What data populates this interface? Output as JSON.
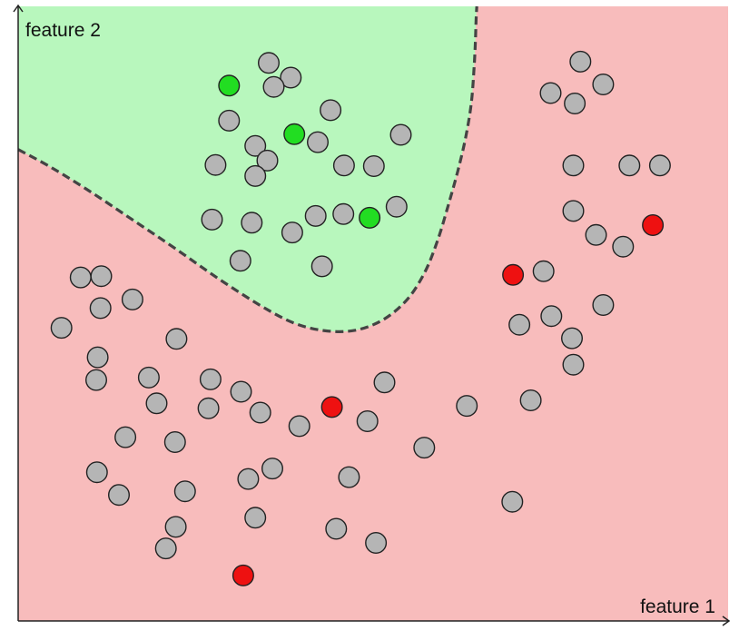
{
  "chart_data": {
    "type": "scatter",
    "title": "",
    "xlabel": "feature 1",
    "ylabel": "feature 2",
    "xlim": [
      0,
      100
    ],
    "ylim": [
      0,
      100
    ],
    "grid": false,
    "legend": "none",
    "colors": {
      "class_a_region": "#b8f7bd",
      "class_b_region": "#f8bcbc",
      "boundary": "#444444",
      "unlabeled": "#b5b5b5",
      "class_a": "#22dd22",
      "class_b": "#ee1111",
      "marker_edge": "#222222"
    },
    "region_labels": [
      "class_a",
      "class_b"
    ],
    "decision_boundary": {
      "style": "dashed",
      "x": [
        0.0,
        4.8,
        10.5,
        16.2,
        22.0,
        28.2,
        34.3,
        39.0,
        43.4,
        47.5,
        51.4,
        54.8,
        57.3,
        59.1,
        60.6,
        61.9,
        63.0,
        63.8,
        64.2,
        64.4,
        64.5,
        64.6
      ],
      "y": [
        76.7,
        73.7,
        69.6,
        65.2,
        60.7,
        55.7,
        51.2,
        48.4,
        47.2,
        47.3,
        49.0,
        52.3,
        56.8,
        62.0,
        67.7,
        73.1,
        78.5,
        84.0,
        89.6,
        94.1,
        97.8,
        100.0
      ]
    },
    "series": [
      {
        "class": "unlabeled",
        "points": [
          [
            35.3,
            90.8
          ],
          [
            38.4,
            88.4
          ],
          [
            36.0,
            86.9
          ],
          [
            44.0,
            83.1
          ],
          [
            29.7,
            81.4
          ],
          [
            33.4,
            77.3
          ],
          [
            42.2,
            77.9
          ],
          [
            53.9,
            79.1
          ],
          [
            35.1,
            74.9
          ],
          [
            45.9,
            74.1
          ],
          [
            50.1,
            74.0
          ],
          [
            33.4,
            72.4
          ],
          [
            27.8,
            74.2
          ],
          [
            53.3,
            67.4
          ],
          [
            45.8,
            66.2
          ],
          [
            41.9,
            65.9
          ],
          [
            27.3,
            65.3
          ],
          [
            32.9,
            64.8
          ],
          [
            38.6,
            63.2
          ],
          [
            31.3,
            58.6
          ],
          [
            42.8,
            57.7
          ],
          [
            79.2,
            91.0
          ],
          [
            82.4,
            87.3
          ],
          [
            75.0,
            85.9
          ],
          [
            78.4,
            84.2
          ],
          [
            78.2,
            74.1
          ],
          [
            86.1,
            74.1
          ],
          [
            90.4,
            74.1
          ],
          [
            78.2,
            66.7
          ],
          [
            81.4,
            62.8
          ],
          [
            85.2,
            60.9
          ],
          [
            74.0,
            56.9
          ],
          [
            8.8,
            55.9
          ],
          [
            11.7,
            56.1
          ],
          [
            16.1,
            52.3
          ],
          [
            11.6,
            50.9
          ],
          [
            6.1,
            47.7
          ],
          [
            22.3,
            45.9
          ],
          [
            70.6,
            48.2
          ],
          [
            75.1,
            49.6
          ],
          [
            82.4,
            51.4
          ],
          [
            78.0,
            46.0
          ],
          [
            11.2,
            42.9
          ],
          [
            11.0,
            39.2
          ],
          [
            18.4,
            39.6
          ],
          [
            27.1,
            39.3
          ],
          [
            51.6,
            38.8
          ],
          [
            78.2,
            41.7
          ],
          [
            31.4,
            37.3
          ],
          [
            72.2,
            35.9
          ],
          [
            19.5,
            35.4
          ],
          [
            26.8,
            34.6
          ],
          [
            34.1,
            33.9
          ],
          [
            63.2,
            35.0
          ],
          [
            49.2,
            32.5
          ],
          [
            39.6,
            31.7
          ],
          [
            15.1,
            29.9
          ],
          [
            22.1,
            29.1
          ],
          [
            57.2,
            28.2
          ],
          [
            11.1,
            24.2
          ],
          [
            35.8,
            24.8
          ],
          [
            32.4,
            23.1
          ],
          [
            46.6,
            23.4
          ],
          [
            14.2,
            20.5
          ],
          [
            23.5,
            21.1
          ],
          [
            69.6,
            19.4
          ],
          [
            33.4,
            16.8
          ],
          [
            22.2,
            15.3
          ],
          [
            44.8,
            15.0
          ],
          [
            50.4,
            12.7
          ],
          [
            20.8,
            11.8
          ]
        ]
      },
      {
        "class": "class_a",
        "points": [
          [
            29.7,
            87.1
          ],
          [
            38.9,
            79.2
          ],
          [
            49.5,
            65.6
          ]
        ]
      },
      {
        "class": "class_b",
        "points": [
          [
            89.4,
            64.4
          ],
          [
            69.7,
            56.3
          ],
          [
            44.2,
            34.8
          ],
          [
            31.7,
            7.4
          ]
        ]
      }
    ]
  }
}
